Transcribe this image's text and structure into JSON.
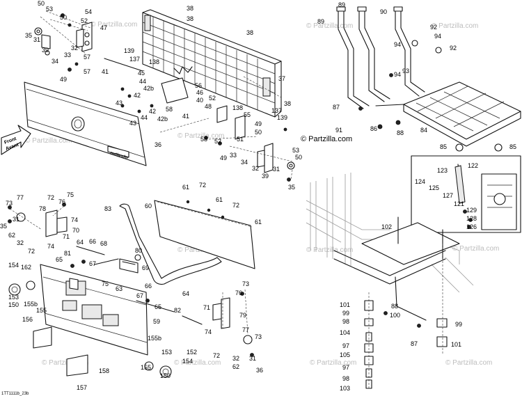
{
  "watermark": "© Partzilla.com",
  "main_watermark": "© Partzilla.com",
  "reference_code": "1TT1111b_23b",
  "front_arrow": {
    "line1": "Front",
    "line2": "Avant"
  },
  "nameplate_text": "outlander",
  "callouts": {
    "c50a": "50",
    "c53a": "53",
    "c50b": "50",
    "c54": "54",
    "c52a": "52",
    "c47": "47",
    "c35a": "35",
    "c31a": "31",
    "c39a": "39",
    "c32a": "32",
    "c33a": "33",
    "c34": "34",
    "c57a": "57",
    "c57b": "57",
    "c41": "41",
    "c49a": "49",
    "c38a": "38",
    "c38b": "38",
    "c139a": "139",
    "c137a": "137",
    "c138a": "138",
    "c45": "45",
    "c44a": "44",
    "c42a": "42",
    "c42b": "42b",
    "c43a": "43",
    "c37": "37",
    "c56": "56",
    "c46": "46",
    "c40": "40",
    "c44b": "44",
    "c42c": "42",
    "c42d": "42b",
    "c43b": "43",
    "c58a": "58",
    "c41b": "41",
    "c52b": "52",
    "c48": "48",
    "c138b": "138",
    "c55": "55",
    "c38c": "38",
    "c137b": "137",
    "c49b": "49",
    "c50c": "50",
    "c139b": "139",
    "c58b": "58",
    "c52c": "52",
    "c51": "51",
    "c53b": "53",
    "c50d": "50",
    "c49c": "49",
    "c33b": "33",
    "c34b": "34",
    "c32b": "32",
    "c31b": "31",
    "c39b": "39",
    "c35b": "35",
    "c36": "36",
    "c89": "89",
    "c89b": "89",
    "c90": "90",
    "c92a": "92",
    "c94a": "94",
    "c92b": "92",
    "c94b": "94",
    "c93": "93",
    "c94c": "94",
    "c87a": "87",
    "c91": "91",
    "c86": "86",
    "c88a": "88",
    "c84": "84",
    "c85a": "85",
    "c85b": "85",
    "c122": "122",
    "c123": "123",
    "c124": "124",
    "c125": "125",
    "c127": "127",
    "c121": "121",
    "c129": "129",
    "c128": "128",
    "c126": "126",
    "c102": "102",
    "c88b": "88",
    "c101a": "101",
    "c99a": "99",
    "c98a": "98",
    "c100": "100",
    "c104": "104",
    "c97a": "97",
    "c105": "105",
    "c97b": "97",
    "c98b": "98",
    "c103": "103",
    "c99b": "99",
    "c87b": "87",
    "c101b": "101",
    "c77a": "77",
    "c73a": "73",
    "c72a": "72",
    "c75a": "75",
    "c76a": "76",
    "c31c": "31",
    "c78": "78",
    "c74a": "74",
    "c35c": "35",
    "c70": "70",
    "c62a": "62",
    "c71a": "71",
    "c32c": "32",
    "c74b": "74",
    "c72b": "72",
    "c64a": "64",
    "c81": "81",
    "c66a": "66",
    "c68": "68",
    "c65a": "65",
    "c67a": "67",
    "c154": "154",
    "c162": "162",
    "c153a": "153",
    "c150": "150",
    "c155b": "155b",
    "c155": "155",
    "c75b": "75",
    "c63": "63",
    "c80": "80",
    "c69": "69",
    "c83": "83",
    "c60": "60",
    "c61a": "61",
    "c72c": "72",
    "c61b": "61",
    "c72d": "72",
    "c61c": "61",
    "c66b": "66",
    "c67b": "67",
    "c65b": "65",
    "c64b": "64",
    "c82": "82",
    "c71b": "71",
    "c76b": "76",
    "c73b": "73",
    "c79": "79",
    "c74c": "74",
    "c59": "59",
    "c77b": "77",
    "c73c": "73",
    "c156": "156",
    "c155b2": "155b",
    "c153b": "153",
    "c152": "152",
    "c154b": "154",
    "c72e": "72",
    "c32d": "32",
    "c31d": "31",
    "c62b": "62",
    "c36b": "36",
    "c155c": "155",
    "c150b": "150",
    "c158": "158",
    "c157": "157"
  }
}
